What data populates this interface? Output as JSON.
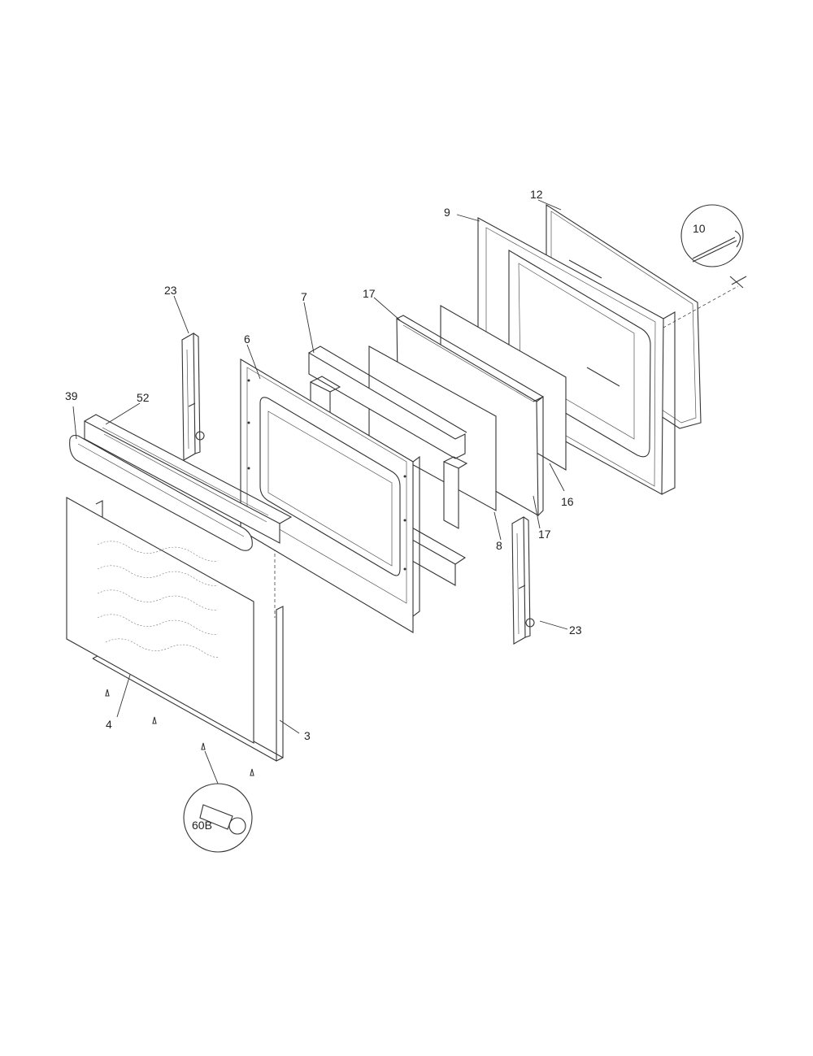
{
  "labels": {
    "p3": "3",
    "p4": "4",
    "p6": "6",
    "p7": "7",
    "p8": "8",
    "p9": "9",
    "p10": "10",
    "p12": "12",
    "p16": "16",
    "p17a": "17",
    "p17b": "17",
    "p23a": "23",
    "p23b": "23",
    "p39": "39",
    "p52": "52",
    "p60b": "60B"
  }
}
